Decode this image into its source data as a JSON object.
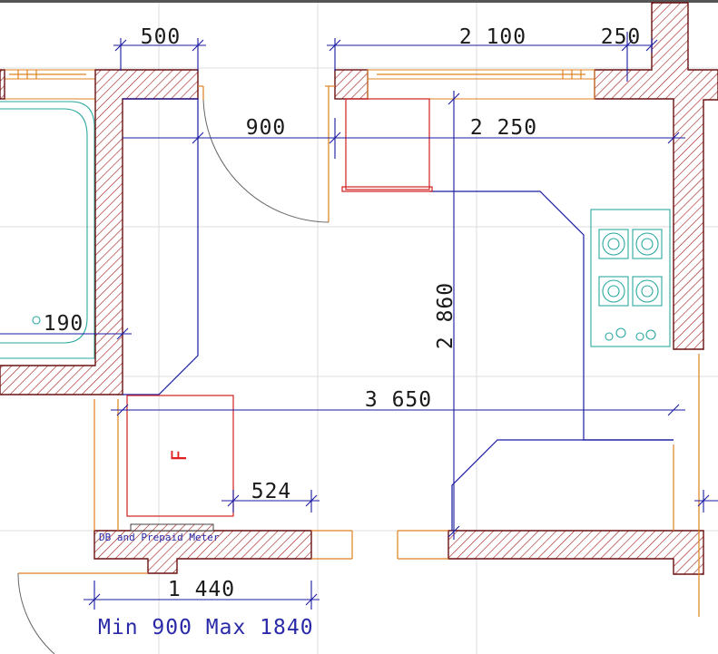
{
  "dimensions": {
    "d500": "500",
    "d2100": "2 100",
    "d250": "250",
    "d900": "900",
    "d2250": "2 250",
    "d2860": "2 860",
    "d190": "190",
    "d3650": "3 650",
    "d524": "524",
    "d1440": "1 440"
  },
  "labels": {
    "fridge": "F",
    "db_meter": "DB and Prepaid Meter",
    "min_max": "Min 900 Max 1840"
  },
  "colors": {
    "wall_hatch": "#a01818",
    "dimension": "#1a1aa0",
    "fixture_red": "#d02020",
    "frame_orange": "#e08020",
    "appliance_teal": "#2aa8a0"
  }
}
